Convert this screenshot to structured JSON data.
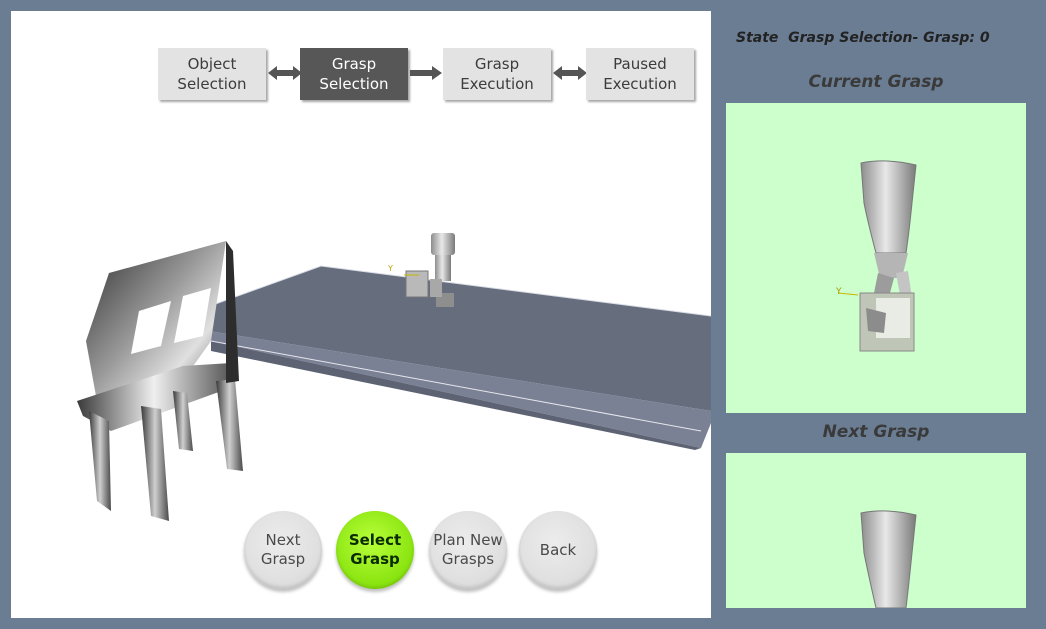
{
  "workflow": {
    "steps": [
      {
        "label": "Object\nSelection",
        "active": false
      },
      {
        "label": "Grasp\nSelection",
        "active": true
      },
      {
        "label": "Grasp\nExecution",
        "active": false
      },
      {
        "label": "Paused\nExecution",
        "active": false
      }
    ]
  },
  "controls": {
    "next_grasp": "Next\nGrasp",
    "select_grasp": "Select\nGrasp",
    "plan_new_grasps": "Plan New\nGrasps",
    "back": "Back"
  },
  "status": {
    "state_text": "State  Grasp Selection- Grasp: 0"
  },
  "panels": {
    "current_title": "Current Grasp",
    "next_title": "Next Grasp"
  },
  "scene_labels": {
    "axis_y": "Y"
  },
  "colors": {
    "background": "#6b7d93",
    "grasp_panel_bg": "#ccffcc",
    "active_step": "#575757",
    "inactive_step": "#e3e3e3",
    "select_button": "#88e30e",
    "table_top": "#666d7d"
  },
  "icons": {
    "double_arrow": "double-arrow-icon",
    "right_arrow": "right-arrow-icon"
  }
}
